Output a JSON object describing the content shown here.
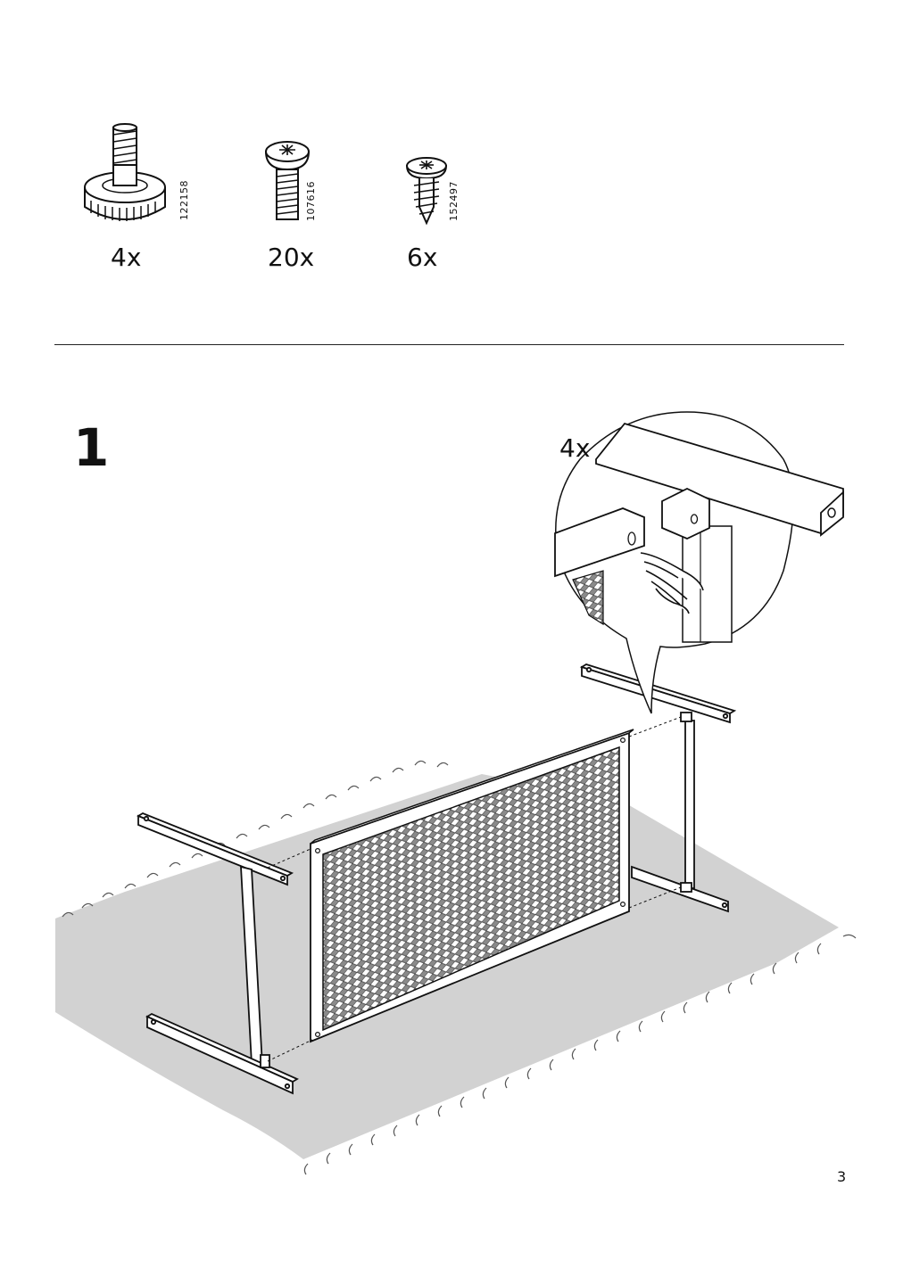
{
  "parts": [
    {
      "code": "122158",
      "quantity": "4x",
      "icon": "adjustable-foot-icon"
    },
    {
      "code": "107616",
      "quantity": "20x",
      "icon": "machine-screw-icon"
    },
    {
      "code": "152497",
      "quantity": "6x",
      "icon": "wood-screw-icon"
    }
  ],
  "step": {
    "number": "1",
    "callout_quantity": "4x"
  },
  "page_number": "3"
}
